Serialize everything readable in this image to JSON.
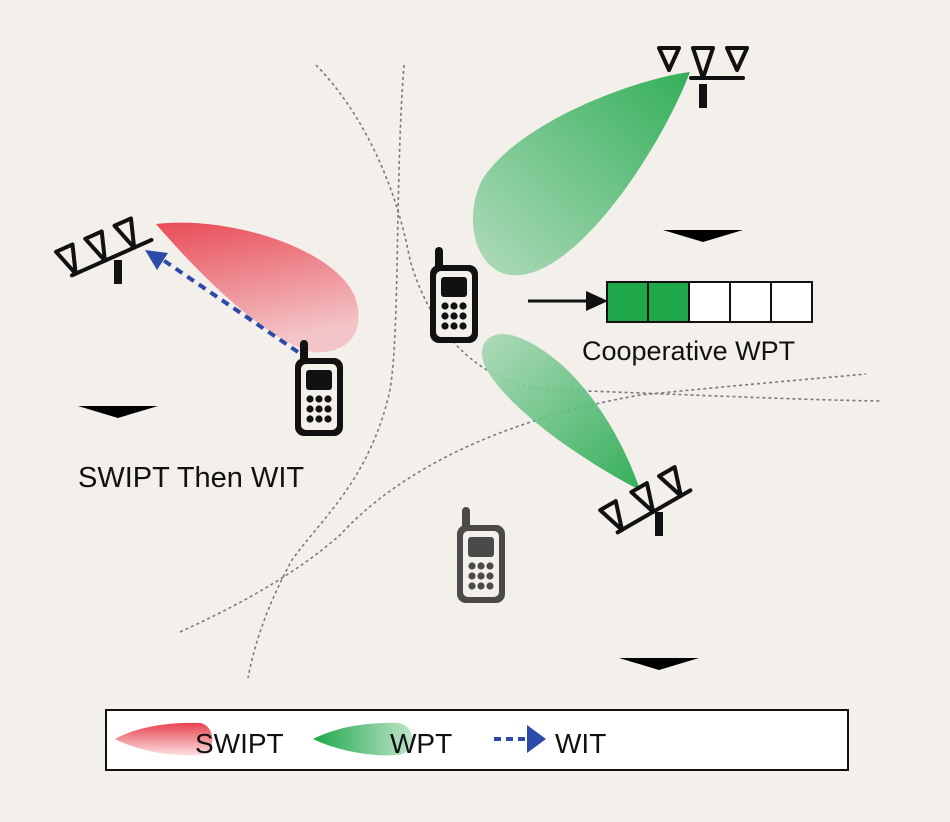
{
  "labels": {
    "left_scenario": "SWIPT Then WIT",
    "cooperative": "Cooperative WPT"
  },
  "energy_buffer": {
    "total_cells": 5,
    "filled_cells": 2,
    "fill_color": "#1fa84a"
  },
  "legend": {
    "items": [
      {
        "label": "SWIPT",
        "symbol": "red-beam"
      },
      {
        "label": "WPT",
        "symbol": "green-beam"
      },
      {
        "label": "WIT",
        "symbol": "dashed-blue-arrow"
      }
    ]
  },
  "colors": {
    "background": "#f3efeb",
    "swipt": "#e8505b",
    "wpt": "#22a552",
    "wit": "#2e4aa8",
    "phone_active": "#111111",
    "phone_idle": "#4a4a4a"
  }
}
